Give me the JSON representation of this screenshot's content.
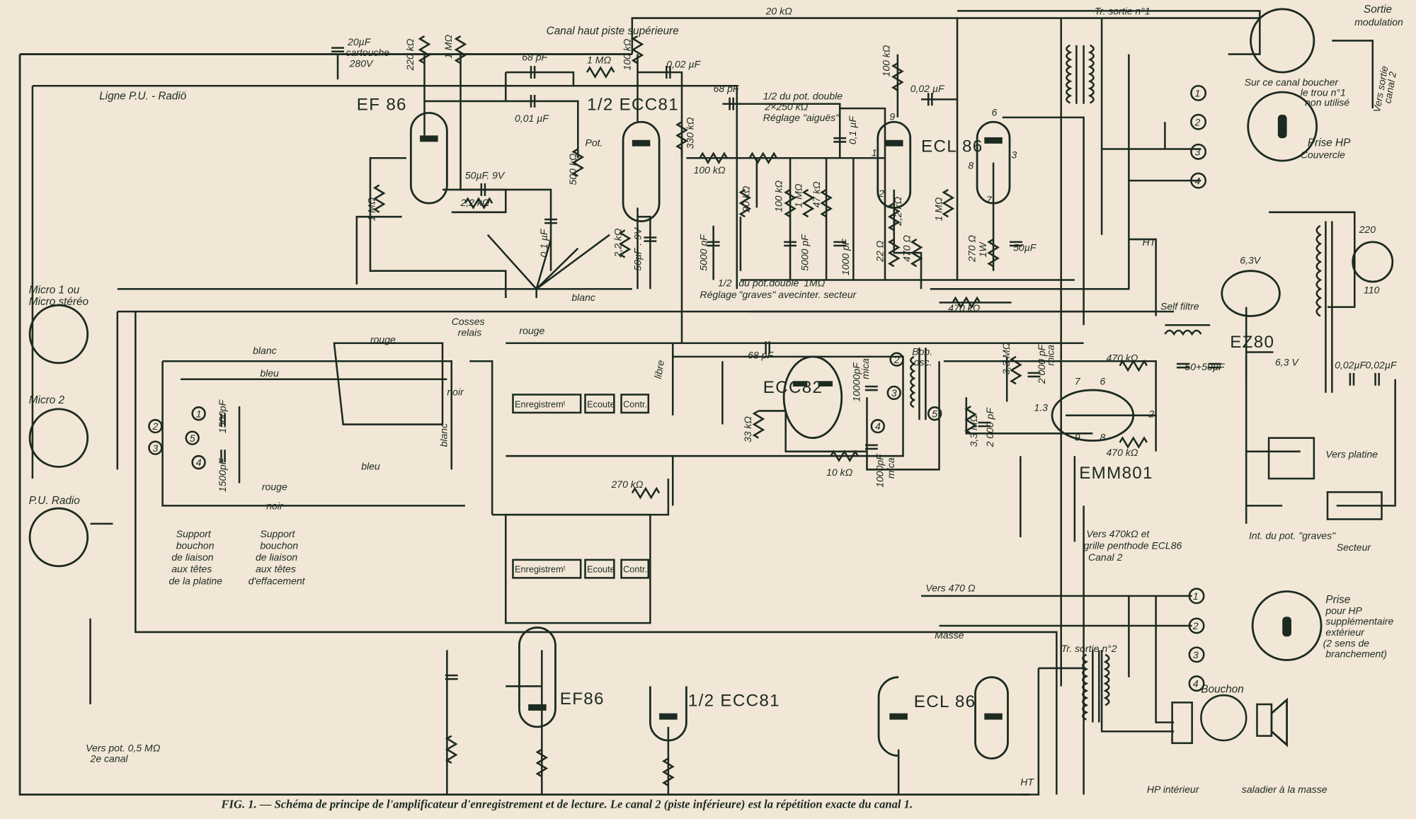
{
  "colors": {
    "paper": "#f2e7d6",
    "ink": "#1c2a22"
  },
  "top": {
    "canal": "Canal  haut   piste supérieure",
    "r_20k": "20 kΩ",
    "c_20uf": "20µF",
    "c_cartouche": "cartouche",
    "c_280v": "280V",
    "r_220k": "220 kΩ",
    "r_1m": "1 MΩ",
    "c_68pf": "68 pF",
    "r_1m_b": "1 MΩ",
    "r_100k": "100 kΩ",
    "c_002": "0,02 µF",
    "ligne": "Ligne  P.U. - Radiö"
  },
  "preamp": {
    "ef86": "EF 86",
    "c_001": "0,01 µF",
    "ecc81": "1/2 ECC81",
    "pot": "Pot.",
    "pot_500k": "500 kΩ",
    "c_50uf": "50µF. 9V",
    "r_22k": "2,2 kΩ",
    "r_1m_grid": "1 MΩ",
    "c_01": "0,1 µF",
    "r_22k_b": "2,2 kΩ",
    "c_50uf_b": "50µF . 9V",
    "r_330k": "330 kΩ"
  },
  "tone": {
    "c_68pf": "68 pF",
    "pot_l1": "1/2 du pot. double",
    "pot_l2": "2×250 kΩ",
    "pot_l3": "Réglage \"aiguës\"",
    "r_100k": "100 kΩ",
    "r_20k": "20 kΩ",
    "c_5000": "5000 pF",
    "r_100k_b": "100 kΩ",
    "r_1m": "1 MΩ",
    "r_47k": "47 kΩ",
    "c_5000_b": "5000 pF",
    "c_1000": "1000 pF",
    "g_l1": "1/2",
    "g_l2": "Réglage",
    "g_l3": "du pot.double",
    "g_l4": "\"graves\" avec",
    "g_l5": "1MΩ",
    "g_l6": "inter.  secteur"
  },
  "output": {
    "r_100k": "100 kΩ",
    "c_002": "0,02 µF",
    "c_01": "0,1 µF",
    "ecl86": "ECL  86",
    "pin9": "9",
    "pin1": "1",
    "pin2": "2",
    "pin6": "6",
    "pin3": "3",
    "pin8": "8",
    "pin7": "7",
    "r_22k": "2,2 kΩ",
    "r_22": "22 Ω",
    "r_470": "470 Ω",
    "r_1m": "1 MΩ",
    "r_270": "270 Ω",
    "r_1w": "1W",
    "c_50uf": "50µF",
    "r_470k": "470 kΩ",
    "tr1": "Tr. sortie n°1",
    "sortie_l1": "Sortie",
    "sortie_l2": "modulation",
    "note_l1": "Sur ce canal  boucher",
    "note_l2": "le trou n°1",
    "note_l3": "non utilisé",
    "vers_l1": "Vers sortie",
    "vers_l2": "canal 2",
    "prise_l1": "Prise HP",
    "prise_l2": "Couvercle",
    "n1": "1",
    "n2": "2",
    "n3": "3",
    "n4": "4",
    "ht": "HT"
  },
  "power": {
    "v220": "220",
    "v110": "110",
    "v63": "6,3V",
    "v63_b": "6,3 V",
    "ez80": "EZ80",
    "self": "Self filtre",
    "c_5050": "50+50µF",
    "c_002a": "0,02µF",
    "c_002b": "0,02µF",
    "vers_platine": "Vers platine",
    "int": "Int. du pot. \"graves\"",
    "secteur": "Secteur"
  },
  "inputs": {
    "micro1_l1": "Micro   1  ou",
    "micro1_l2": "Micro   stéréo",
    "micro2": "Micro   2",
    "pu": "P.U.  Radio",
    "vers_l1": "Vers pot. 0,5 MΩ",
    "vers_l2": "2e canal"
  },
  "switching": {
    "blanc": "blanc",
    "bleu": "bleu",
    "rouge": "rouge",
    "noir": "noir",
    "blanc2": "blanc",
    "bleu2": "bleu",
    "rouge2": "rouge",
    "noir2": "noir",
    "noir3": "noir",
    "blanc3": "blanc",
    "cosses_l1": "Cosses",
    "cosses_l2": "relais",
    "rouge3": "rouge",
    "libre": "libre",
    "enreg": "Enregistremᵗ",
    "ecoute": "Ecoute",
    "contr": "Contr.",
    "enreg2": "Enregistremᵗ",
    "ecoute2": "Ecoute",
    "contr2": "Contr.",
    "c1500a": "1500pF",
    "c1500b": "1500pF",
    "n1": "1",
    "n2": "2",
    "n3": "3",
    "n4": "4",
    "n5": "5",
    "sup1": [
      "Support",
      "bouchon",
      "de liaison",
      "aux têtes",
      "de la platine"
    ],
    "sup2": [
      "Support",
      "bouchon",
      "de liaison",
      "aux têtes",
      "d'effacement"
    ],
    "r_270k": "270 kΩ"
  },
  "oscillator": {
    "c_68pf": "68 pF",
    "ecc82": "ECC82",
    "c_10000": "10000pF",
    "mica1": "mica",
    "bob_l1": "Bob.",
    "bob_l2": "osc.",
    "r_33k": "33 kΩ",
    "r_10k": "10 kΩ",
    "c_1000": "1000pF",
    "mica2": "mica",
    "n2": "2",
    "n3": "3",
    "n4": "4",
    "n5": "5"
  },
  "indicator": {
    "r_33m": "3,3 MΩ",
    "c_2000": "2 000 pF",
    "mica": "mica",
    "r_33m_b": "3,3 MΩ",
    "c_2000_b": "2 000 pF",
    "r_470k_a": "470 kΩ",
    "r_470k_b": "470 kΩ",
    "p13": "1.3",
    "p7": "7",
    "p6": "6",
    "p2": "2",
    "p9": "9",
    "p8": "8",
    "emm801": "EMM801",
    "vers_l1": "Vers 470kΩ et",
    "vers_l2": "grille penthode ECL86",
    "vers_l3": "Canal  2"
  },
  "lower": {
    "vers470": "Vers 470 Ω",
    "masse": "Masse",
    "prise": [
      "Prise",
      "pour HP",
      "supplémentaire",
      "extérieur",
      "(2 sens de",
      "branchement)"
    ],
    "n1": "1",
    "n2": "2",
    "n3": "3",
    "n4": "4",
    "tr2": "Tr. sortie n°2",
    "bouchon": "Bouchon",
    "hp_int": "HP intérieur",
    "saladier": "saladier à la masse",
    "ht": "HT",
    "ef86": "EF86",
    "ecc81": "1/2 ECC81",
    "ecl86": "ECL 86"
  },
  "caption": "FIG. 1. — Schéma de principe de l'amplificateur d'enregistrement et de lecture. Le canal 2 (piste inférieure) est la répétition exacte du canal 1."
}
